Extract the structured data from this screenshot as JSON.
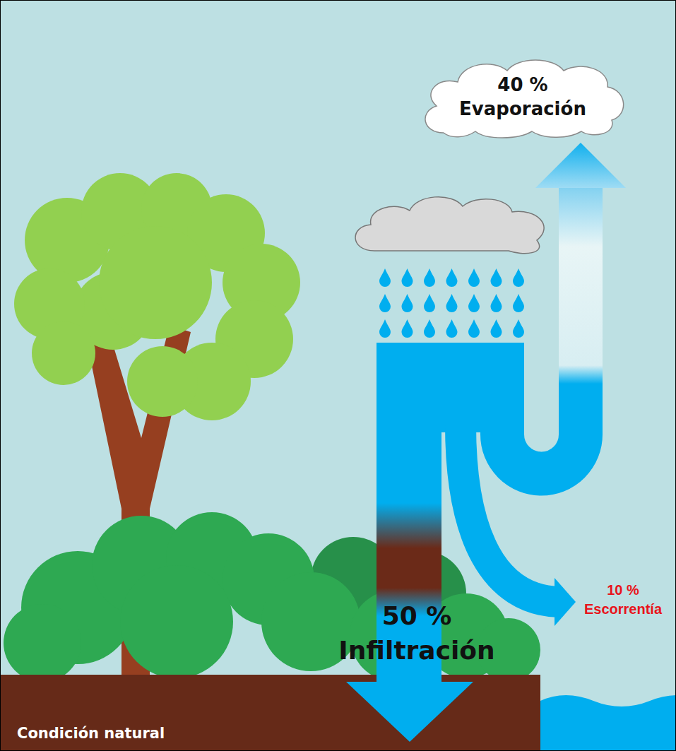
{
  "diagram": {
    "nodes": [
      {
        "text": [
          "40 % Evaporación"
        ]
      }
    ],
    "labels": [
      "50 % Infiltración",
      "10 % Escorrentía",
      "Condición natural"
    ]
  }
}
